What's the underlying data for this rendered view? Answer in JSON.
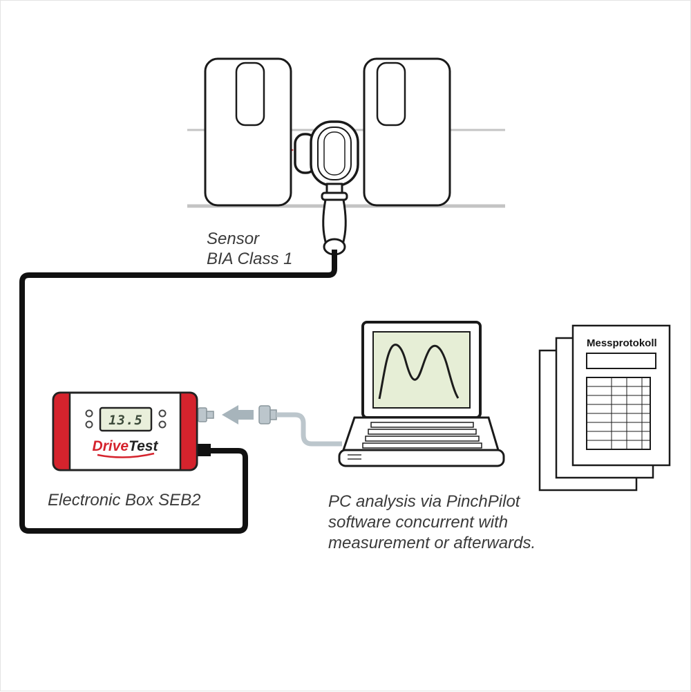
{
  "diagram": {
    "labels": {
      "sensor_line1": "Sensor",
      "sensor_line2": "BIA Class 1",
      "electronic_box": "Electronic Box SEB2",
      "pc_line1": "PC analysis via PinchPilot",
      "pc_line2": "software concurrent with",
      "pc_line3": "measurement or afterwards."
    },
    "device": {
      "display_value": "13.5",
      "brand_red": "Drive",
      "brand_dark": "Test"
    },
    "report": {
      "title": "Messprotokoll"
    },
    "colors": {
      "accent_red": "#d5232d",
      "outline": "#1a1a1a",
      "cable_gray": "#bcc6cc",
      "connector_gray": "#a7b4bb",
      "lcd_green": "#e9efdb",
      "screen_green": "#e6eed6",
      "lcd_digit": "#3c4a3a",
      "label_text": "#3a3a3a",
      "rail_gray": "#c4c4c4"
    }
  }
}
